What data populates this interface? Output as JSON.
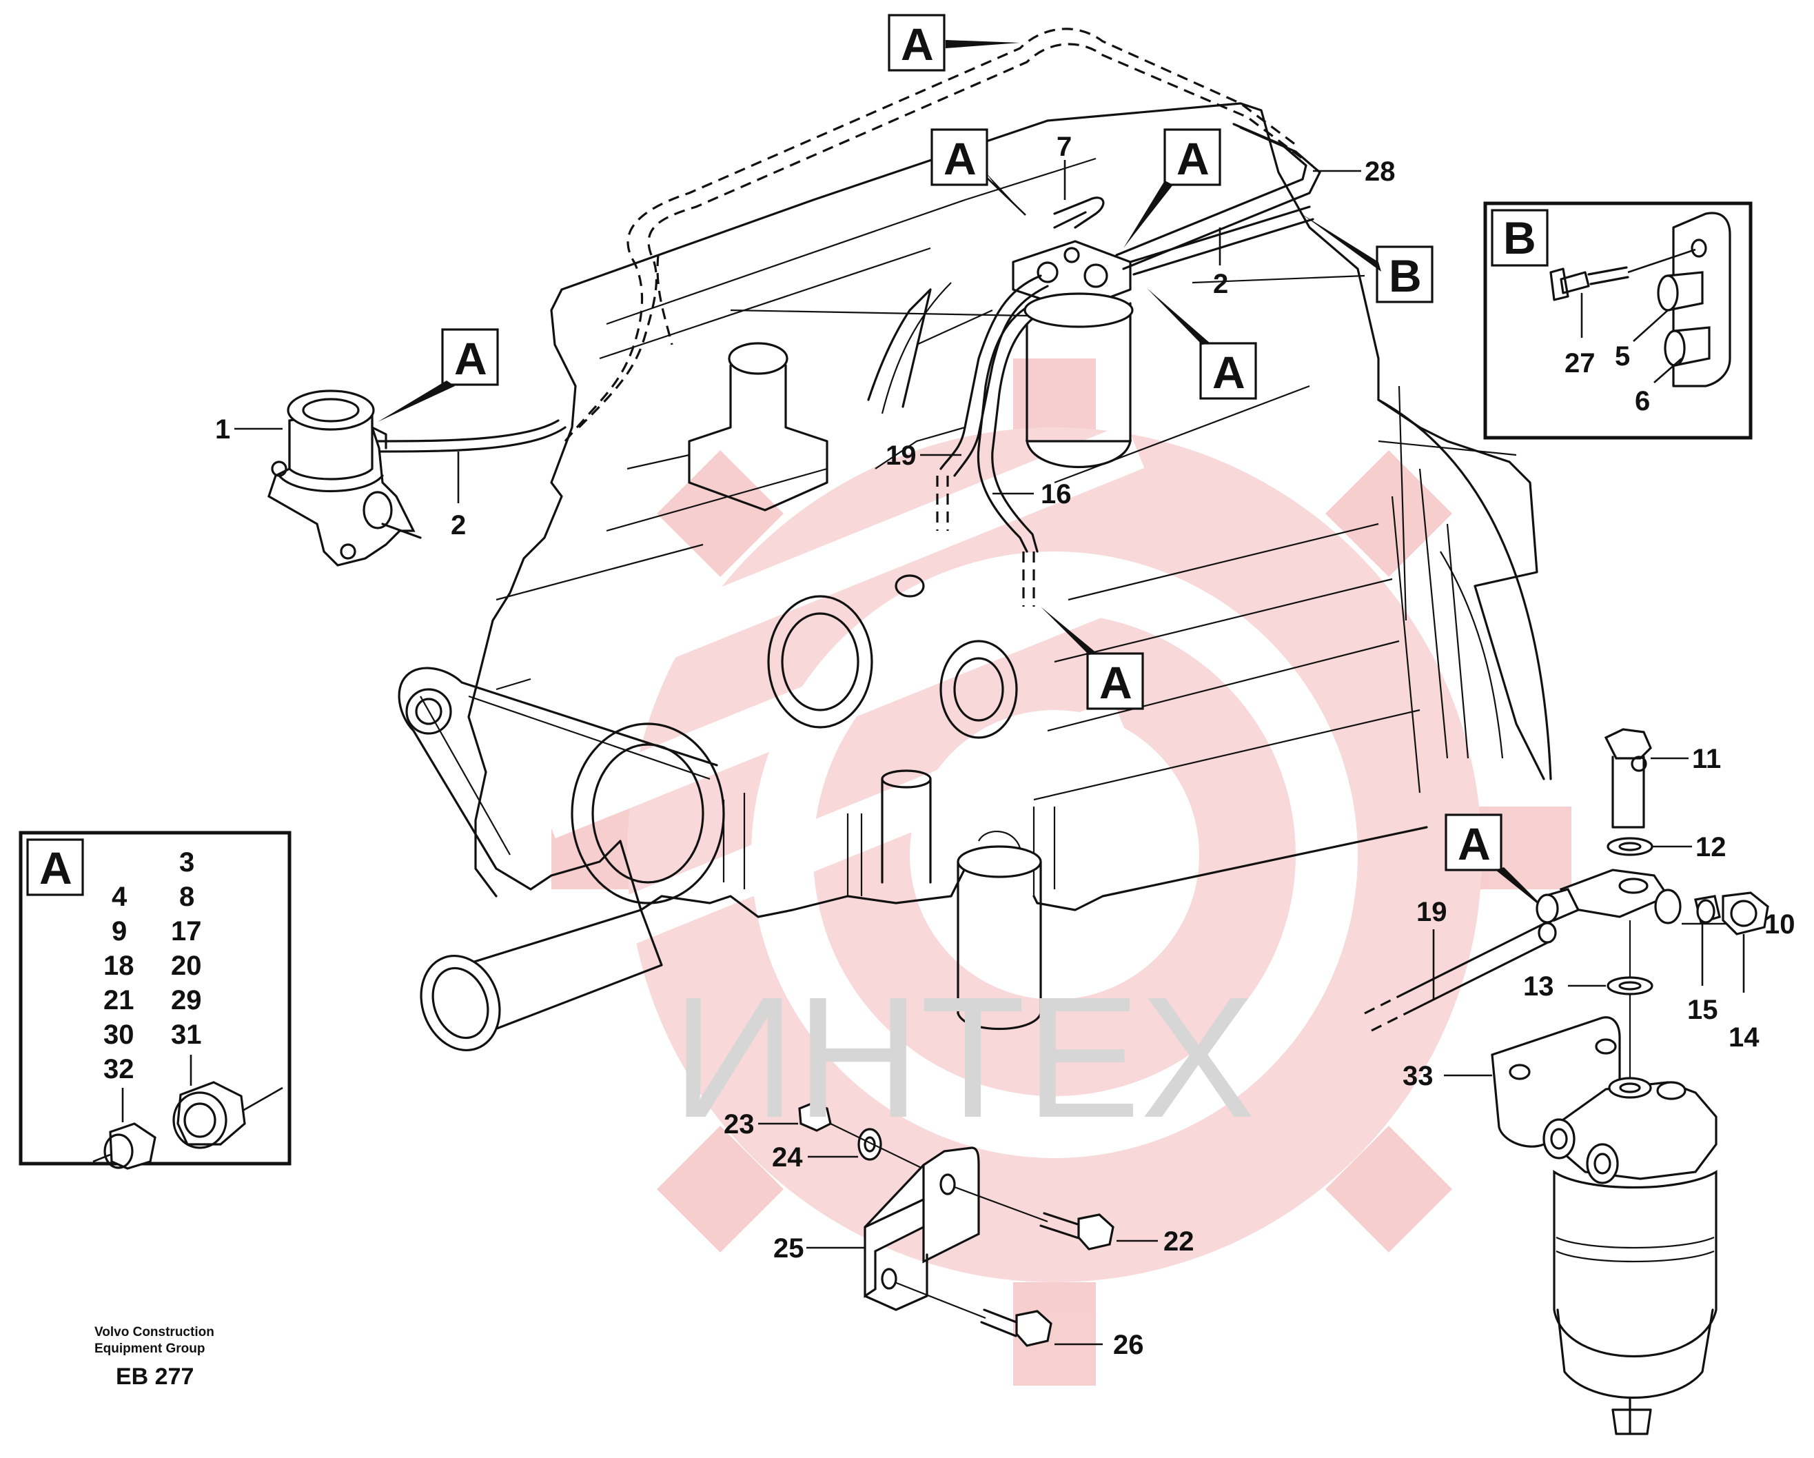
{
  "labels": {
    "l1": "1",
    "l2a": "2",
    "l2b": "2",
    "l5": "5",
    "l6": "6",
    "l7": "7",
    "l10": "10",
    "l11": "11",
    "l12": "12",
    "l13": "13",
    "l14": "14",
    "l15": "15",
    "l16": "16",
    "l19a": "19",
    "l19b": "19",
    "l22": "22",
    "l23": "23",
    "l24": "24",
    "l25": "25",
    "l26": "26",
    "l27": "27",
    "l28": "28",
    "l33": "33"
  },
  "callouts": {
    "a1": "A",
    "a2": "A",
    "a3": "A",
    "a4": "A",
    "a5": "A",
    "a6": "A",
    "a7": "A",
    "b1": "B"
  },
  "inset_a": {
    "title": "A",
    "parts": [
      "3",
      "4",
      "8",
      "9",
      "17",
      "18",
      "20",
      "21",
      "29",
      "30",
      "31",
      "32"
    ]
  },
  "inset_b": {
    "title": "B"
  },
  "footer": {
    "line1": "Volvo Construction",
    "line2": "Equipment Group",
    "code": "EB 277"
  },
  "watermark": "ИНТЕХ",
  "colors": {
    "watermark_gear": "#f4c7c7",
    "watermark_text": "#d6d6d6",
    "ink": "#111111"
  }
}
